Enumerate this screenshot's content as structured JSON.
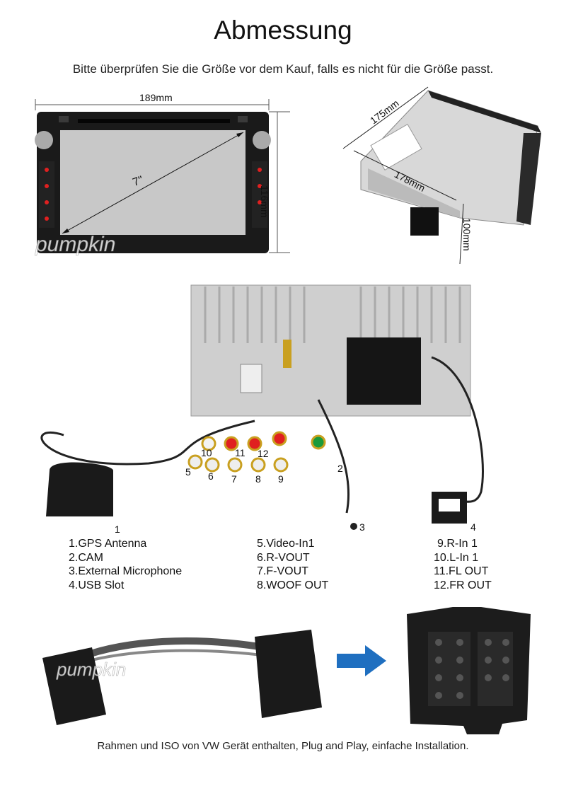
{
  "title": "Abmessung",
  "subtitle": "Bitte überprüfen Sie die Größe vor dem Kauf, falls es nicht für die Größe passt.",
  "front_view": {
    "width_label": "189mm",
    "height_label": "116mm",
    "screen_label": "7\"",
    "brand": "pumpkin"
  },
  "side_view": {
    "depth_label": "175mm",
    "width_label": "178mm",
    "height_label": "100mm"
  },
  "callouts": [
    "1",
    "2",
    "3",
    "4",
    "5",
    "6",
    "7",
    "8",
    "9",
    "10",
    "11",
    "12"
  ],
  "legend": {
    "col1": [
      "1.GPS Antenna",
      "2.CAM",
      "3.External Microphone",
      "4.USB Slot"
    ],
    "col2": [
      "5.Video-In1",
      "6.R-VOUT",
      "7.F-VOUT",
      "8.WOOF OUT"
    ],
    "col3": [
      "9.R-In 1",
      "10.L-In 1",
      "11.FL OUT",
      "12.FR OUT"
    ]
  },
  "harness": {
    "brand": "pumpkin"
  },
  "colors": {
    "arrow": "#1f6fc0",
    "screen": "#c8c8c8",
    "unit": "#1a1a1a",
    "button": "#e02020"
  },
  "footer": "Rahmen und ISO von VW Gerät enthalten, Plug and Play, einfache Installation."
}
